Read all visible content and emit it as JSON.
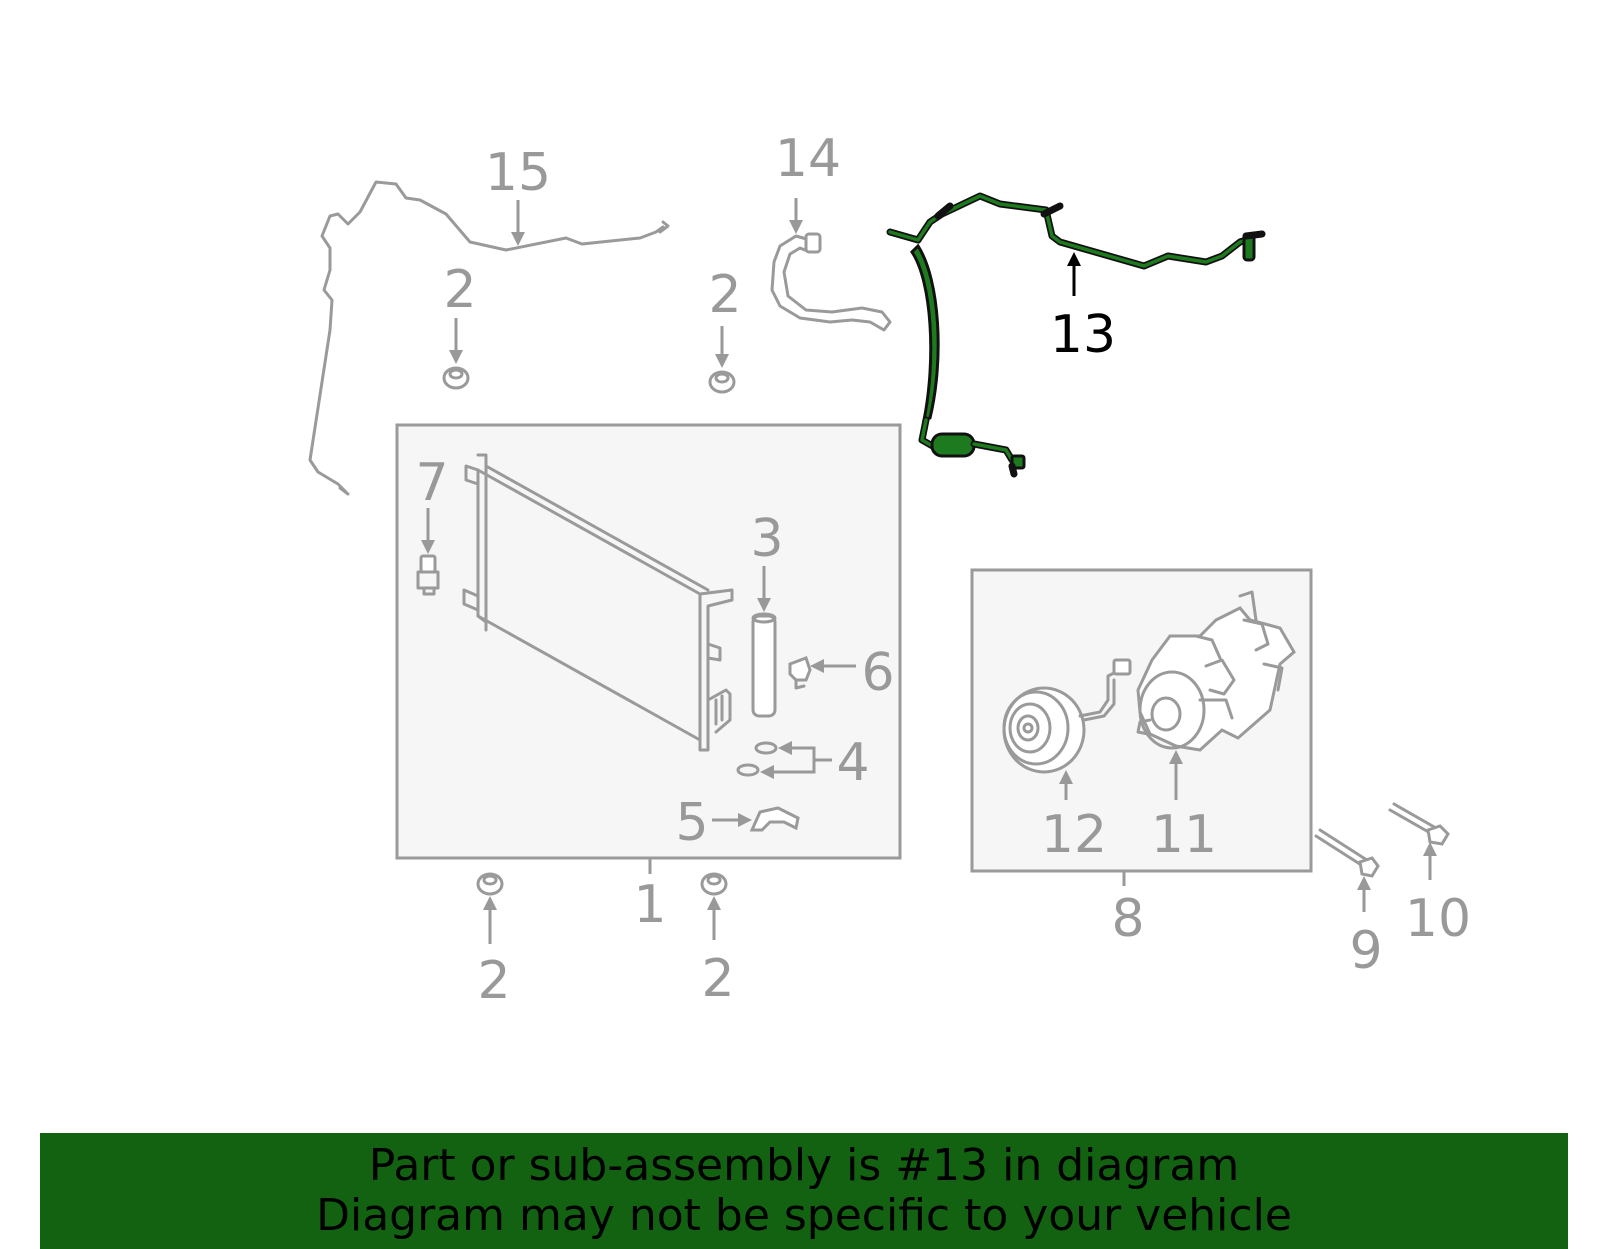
{
  "diagram": {
    "highlight_color": "#1e7a1e",
    "callouts": {
      "c1": "1",
      "c2a": "2",
      "c2b": "2",
      "c2c": "2",
      "c2d": "2",
      "c3": "3",
      "c4": "4",
      "c5": "5",
      "c6": "6",
      "c7": "7",
      "c8": "8",
      "c9": "9",
      "c10": "10",
      "c11": "11",
      "c12": "12",
      "c13": "13",
      "c14": "14",
      "c15": "15"
    }
  },
  "banner": {
    "color": "#126212",
    "line1": "Part or sub-assembly is #13 in diagram",
    "line2": "Diagram may not be specific to your vehicle"
  }
}
